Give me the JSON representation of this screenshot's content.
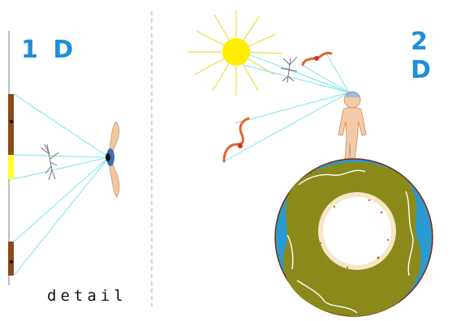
{
  "labels": {
    "left_title": "1 D",
    "right_title": "2 D",
    "caption": "detail"
  },
  "colors": {
    "title": "#1e8fd8",
    "ray": "#8fe8ee",
    "sun": "#ffee00",
    "sun_rays": "#f0e060",
    "wall": "#8b4a1a",
    "wall_gap": "#ffff33",
    "divider": "#bbbbbb",
    "earth_ocean": "#2a9ad0",
    "earth_land": "#8a8a1a",
    "earth_core": "#ffffff",
    "worm": "#e0642a",
    "skin": "#f5cba7"
  },
  "icons": [
    "eye-icon",
    "sun-icon",
    "person-icon",
    "earth-icon",
    "worm-icon",
    "mosquito-icon"
  ]
}
